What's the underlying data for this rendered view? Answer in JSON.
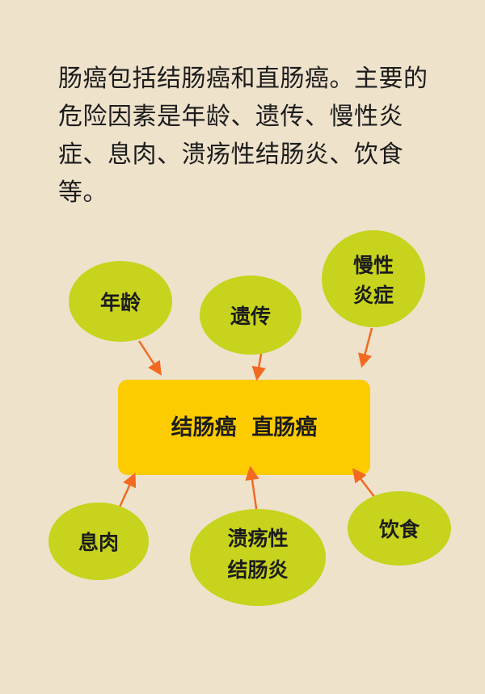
{
  "intro_text": "肠癌包括结肠癌和直肠癌。主要的危险因素是年龄、遗传、慢性炎症、息肉、溃疡性结肠炎、饮食等。",
  "center": {
    "label": "结肠癌  直肠癌"
  },
  "factors": {
    "age": [
      "年龄"
    ],
    "heredity": [
      "遗传"
    ],
    "inflammation": [
      "慢性",
      "炎症"
    ],
    "polyp": [
      "息肉"
    ],
    "colitis": [
      "溃疡性",
      "结肠炎"
    ],
    "diet": [
      "饮食"
    ]
  },
  "colors": {
    "background": "#eee2cb",
    "circle": "#c7d31c",
    "center_box": "#fccb00",
    "arrow": "#f26a22",
    "text": "#1c1c1c"
  }
}
